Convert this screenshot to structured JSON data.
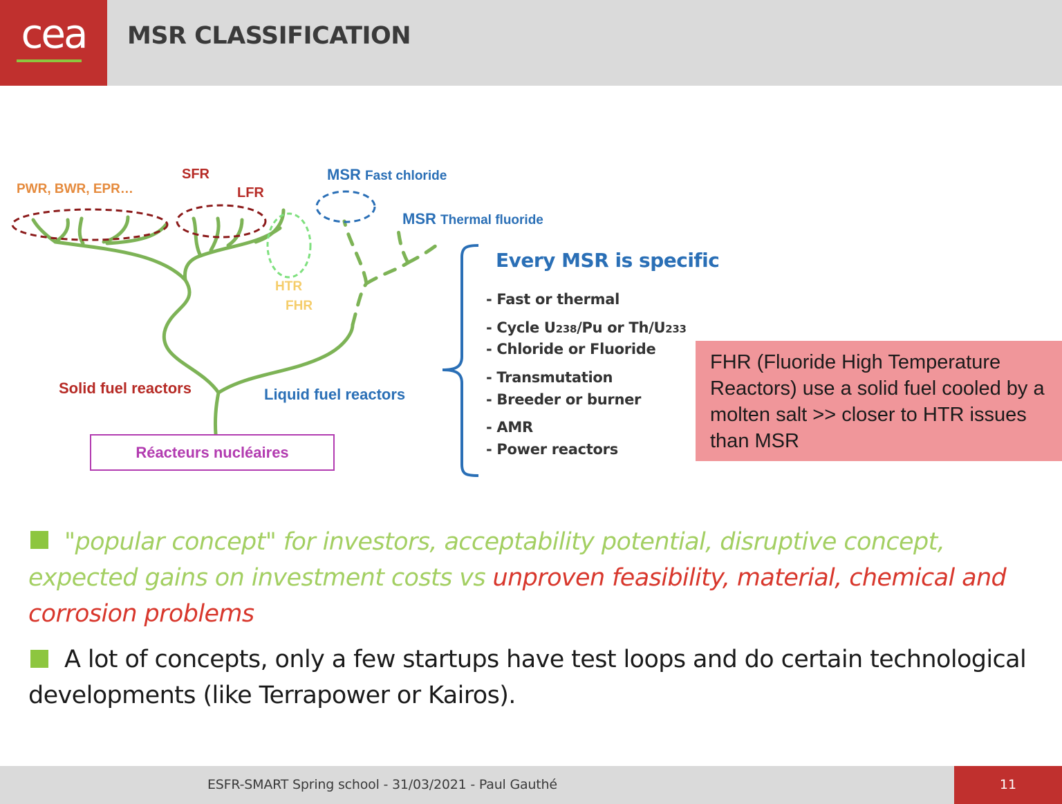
{
  "header": {
    "logo_text": "cea",
    "title": "MSR CLASSIFICATION"
  },
  "tree": {
    "labels": {
      "pwr": "PWR, BWR, EPR…",
      "sfr": "SFR",
      "lfr": "LFR",
      "htr": "HTR",
      "fhr": "FHR",
      "msr_fast_prefix": "MSR",
      "msr_fast_suffix": "Fast chloride",
      "msr_thermal_prefix": "MSR",
      "msr_thermal_suffix": "Thermal fluoride",
      "solid": "Solid fuel reactors",
      "liquid": "Liquid fuel reactors",
      "root": "Réacteurs nucléaires"
    },
    "colors": {
      "branch": "#7db356",
      "lwr_group": "#8b1a1a",
      "htr_group": "#7ee07e",
      "msr_group": "#2a6fb6",
      "root_box": "#b23bb0"
    }
  },
  "specific": {
    "title": "Every MSR is specific",
    "items": [
      "- Fast or thermal",
      "- Chloride  or Fluoride",
      "- Transmutation",
      "- Breeder or burner",
      "- AMR",
      "- Power reactors"
    ],
    "cycle": {
      "a": "- Cycle U",
      "a_sub": "238",
      "b": "/Pu  or  Th/U",
      "b_sub": "233"
    }
  },
  "note": {
    "text": "FHR (Fluoride High Temperature Reactors) use a solid fuel cooled by a molten salt >> closer to HTR issues than MSR"
  },
  "bullets": {
    "b1_green": "\"popular concept\" for investors, acceptability potential, disruptive concept, expected gains on investment costs vs ",
    "b1_red": "unproven feasibility, material, chemical and corrosion problems",
    "b2": "A lot of concepts, only a few startups have test loops and do certain technological developments (like Terrapower or Kairos)."
  },
  "footer": {
    "text": "ESFR-SMART Spring school - 31/03/2021 - Paul Gauthé",
    "page": "11"
  }
}
